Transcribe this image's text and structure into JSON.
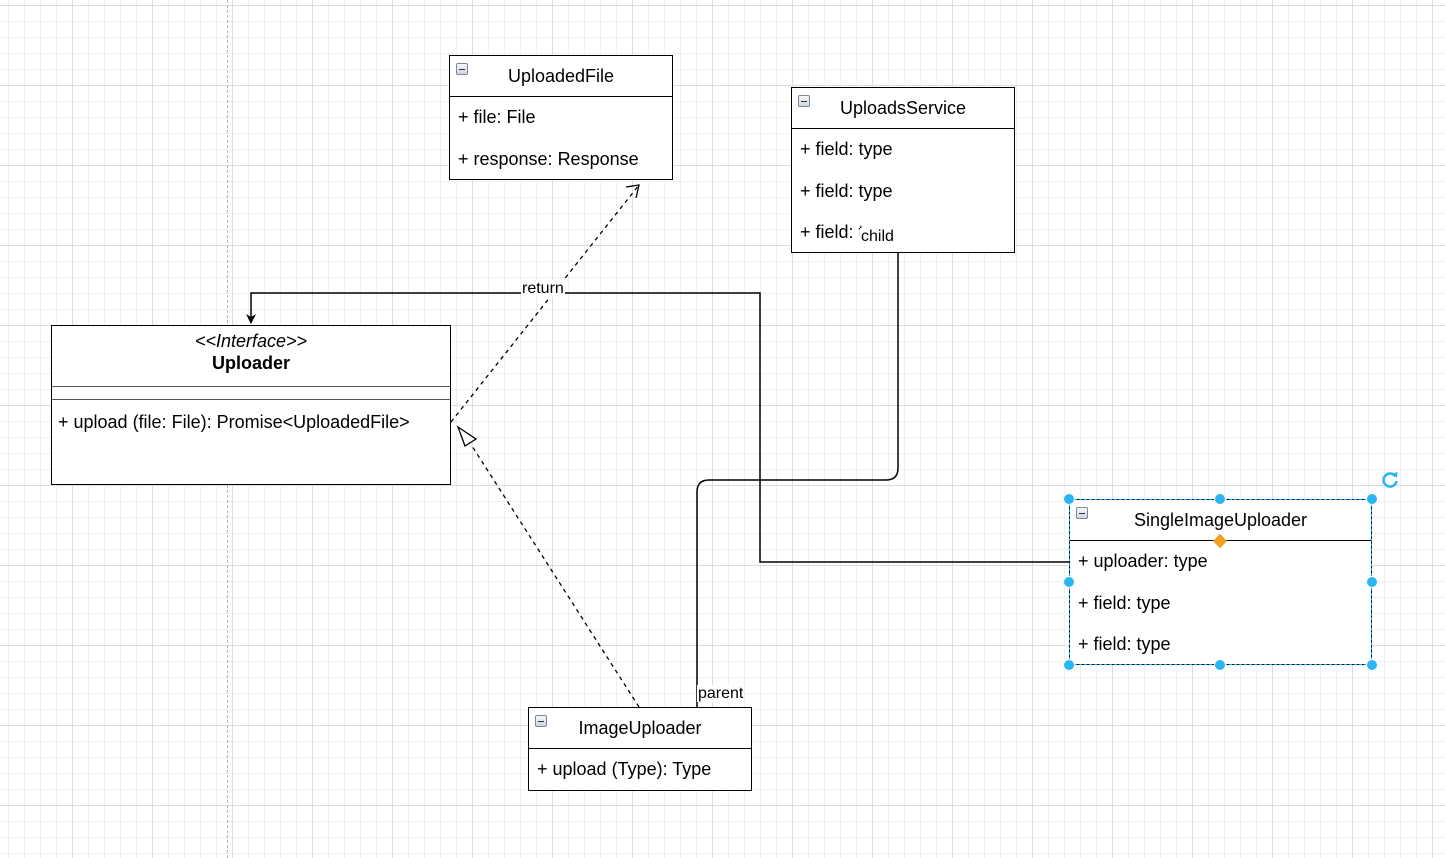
{
  "diagram": {
    "classes": {
      "uploaded_file": {
        "name": "UploadedFile",
        "attributes": [
          "+ file: File",
          "+ response: Response"
        ]
      },
      "uploads_service": {
        "name": "UploadsService",
        "attributes": [
          "+ field: type",
          "+ field: type",
          "+ field: type"
        ]
      },
      "uploader": {
        "stereotype": "<<Interface>>",
        "name": "Uploader",
        "operation": "+ upload (file: File): Promise<UploadedFile>"
      },
      "single_image_uploader": {
        "name": "SingleImageUploader",
        "attributes": [
          "+ uploader: type",
          "+ field: type",
          "+ field: type"
        ]
      },
      "image_uploader": {
        "name": "ImageUploader",
        "attributes": [
          "+ upload (Type): Type"
        ]
      }
    },
    "edge_labels": {
      "return": "return",
      "child": "child",
      "parent": "parent"
    },
    "colors": {
      "selection": "#00a8ff",
      "handle": "#29b6f2",
      "anchor": "#f0a020"
    },
    "icons": [
      "collapse-icon",
      "rotate-icon"
    ]
  }
}
